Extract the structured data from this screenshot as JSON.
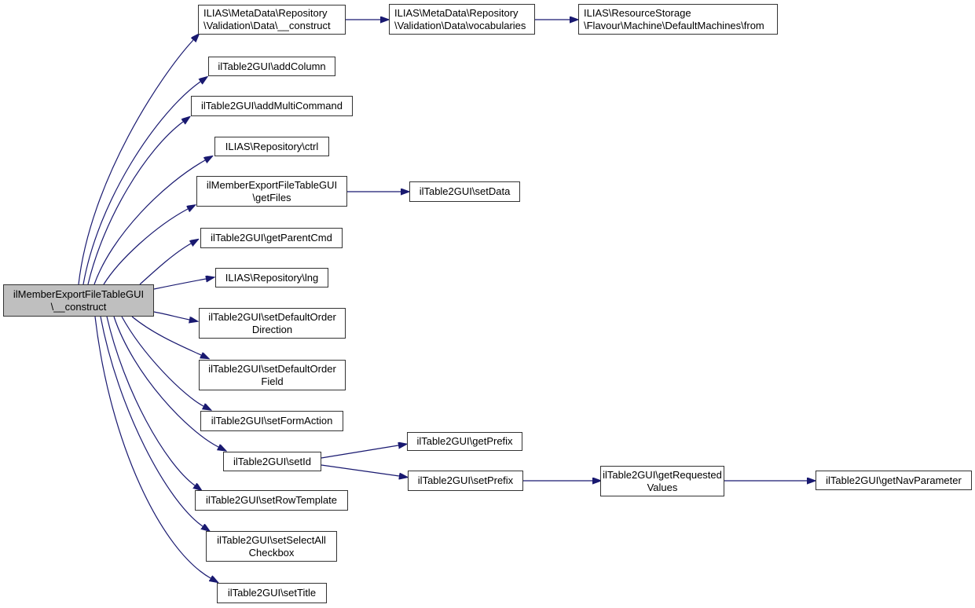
{
  "diagram": {
    "type": "call-graph",
    "colors": {
      "edge": "#191970",
      "node_border": "#333333",
      "node_fill": "#ffffff",
      "highlight_fill": "#bfbfbf",
      "text": "#000000",
      "background": "#ffffff"
    },
    "nodes": [
      {
        "id": "main",
        "label": "ilMemberExportFileTableGUI\\__construct",
        "lines": [
          "ilMemberExportFileTableGUI",
          "\\__construct"
        ],
        "highlighted": true
      },
      {
        "id": "md_construct",
        "label": "ILIAS\\MetaData\\Repository\\Validation\\Data\\__construct",
        "lines": [
          "ILIAS\\MetaData\\Repository",
          "\\Validation\\Data\\__construct"
        ]
      },
      {
        "id": "addColumn",
        "label": "ilTable2GUI\\addColumn",
        "lines": [
          "ilTable2GUI\\addColumn"
        ]
      },
      {
        "id": "addMultiCommand",
        "label": "ilTable2GUI\\addMultiCommand",
        "lines": [
          "ilTable2GUI\\addMultiCommand"
        ]
      },
      {
        "id": "ctrl",
        "label": "ILIAS\\Repository\\ctrl",
        "lines": [
          "ILIAS\\Repository\\ctrl"
        ]
      },
      {
        "id": "getFiles",
        "label": "ilMemberExportFileTableGUI\\getFiles",
        "lines": [
          "ilMemberExportFileTableGUI",
          "\\getFiles"
        ]
      },
      {
        "id": "getParentCmd",
        "label": "ilTable2GUI\\getParentCmd",
        "lines": [
          "ilTable2GUI\\getParentCmd"
        ]
      },
      {
        "id": "lng",
        "label": "ILIAS\\Repository\\lng",
        "lines": [
          "ILIAS\\Repository\\lng"
        ]
      },
      {
        "id": "setDefaultOrderDirection",
        "label": "ilTable2GUI\\setDefaultOrderDirection",
        "lines": [
          "ilTable2GUI\\setDefaultOrder",
          "Direction"
        ]
      },
      {
        "id": "setDefaultOrderField",
        "label": "ilTable2GUI\\setDefaultOrderField",
        "lines": [
          "ilTable2GUI\\setDefaultOrder",
          "Field"
        ]
      },
      {
        "id": "setFormAction",
        "label": "ilTable2GUI\\setFormAction",
        "lines": [
          "ilTable2GUI\\setFormAction"
        ]
      },
      {
        "id": "setId",
        "label": "ilTable2GUI\\setId",
        "lines": [
          "ilTable2GUI\\setId"
        ]
      },
      {
        "id": "setRowTemplate",
        "label": "ilTable2GUI\\setRowTemplate",
        "lines": [
          "ilTable2GUI\\setRowTemplate"
        ]
      },
      {
        "id": "setSelectAllCheckbox",
        "label": "ilTable2GUI\\setSelectAllCheckbox",
        "lines": [
          "ilTable2GUI\\setSelectAll",
          "Checkbox"
        ]
      },
      {
        "id": "setTitle",
        "label": "ilTable2GUI\\setTitle",
        "lines": [
          "ilTable2GUI\\setTitle"
        ]
      },
      {
        "id": "vocabularies",
        "label": "ILIAS\\MetaData\\Repository\\Validation\\Data\\vocabularies",
        "lines": [
          "ILIAS\\MetaData\\Repository",
          "\\Validation\\Data\\vocabularies"
        ]
      },
      {
        "id": "setData",
        "label": "ilTable2GUI\\setData",
        "lines": [
          "ilTable2GUI\\setData"
        ]
      },
      {
        "id": "getPrefix",
        "label": "ilTable2GUI\\getPrefix",
        "lines": [
          "ilTable2GUI\\getPrefix"
        ]
      },
      {
        "id": "setPrefix",
        "label": "ilTable2GUI\\setPrefix",
        "lines": [
          "ilTable2GUI\\setPrefix"
        ]
      },
      {
        "id": "from",
        "label": "ILIAS\\ResourceStorage\\Flavour\\Machine\\DefaultMachines\\from",
        "lines": [
          "ILIAS\\ResourceStorage",
          "\\Flavour\\Machine\\DefaultMachines\\from"
        ]
      },
      {
        "id": "getRequestedValues",
        "label": "ilTable2GUI\\getRequestedValues",
        "lines": [
          "ilTable2GUI\\getRequested",
          "Values"
        ]
      },
      {
        "id": "getNavParameter",
        "label": "ilTable2GUI\\getNavParameter",
        "lines": [
          "ilTable2GUI\\getNavParameter"
        ]
      }
    ],
    "edges": [
      {
        "from": "main",
        "to": "md_construct"
      },
      {
        "from": "main",
        "to": "addColumn"
      },
      {
        "from": "main",
        "to": "addMultiCommand"
      },
      {
        "from": "main",
        "to": "ctrl"
      },
      {
        "from": "main",
        "to": "getFiles"
      },
      {
        "from": "main",
        "to": "getParentCmd"
      },
      {
        "from": "main",
        "to": "lng"
      },
      {
        "from": "main",
        "to": "setDefaultOrderDirection"
      },
      {
        "from": "main",
        "to": "setDefaultOrderField"
      },
      {
        "from": "main",
        "to": "setFormAction"
      },
      {
        "from": "main",
        "to": "setId"
      },
      {
        "from": "main",
        "to": "setRowTemplate"
      },
      {
        "from": "main",
        "to": "setSelectAllCheckbox"
      },
      {
        "from": "main",
        "to": "setTitle"
      },
      {
        "from": "md_construct",
        "to": "vocabularies"
      },
      {
        "from": "vocabularies",
        "to": "from"
      },
      {
        "from": "getFiles",
        "to": "setData"
      },
      {
        "from": "setId",
        "to": "getPrefix"
      },
      {
        "from": "setId",
        "to": "setPrefix"
      },
      {
        "from": "setPrefix",
        "to": "getRequestedValues"
      },
      {
        "from": "getRequestedValues",
        "to": "getNavParameter"
      }
    ]
  }
}
